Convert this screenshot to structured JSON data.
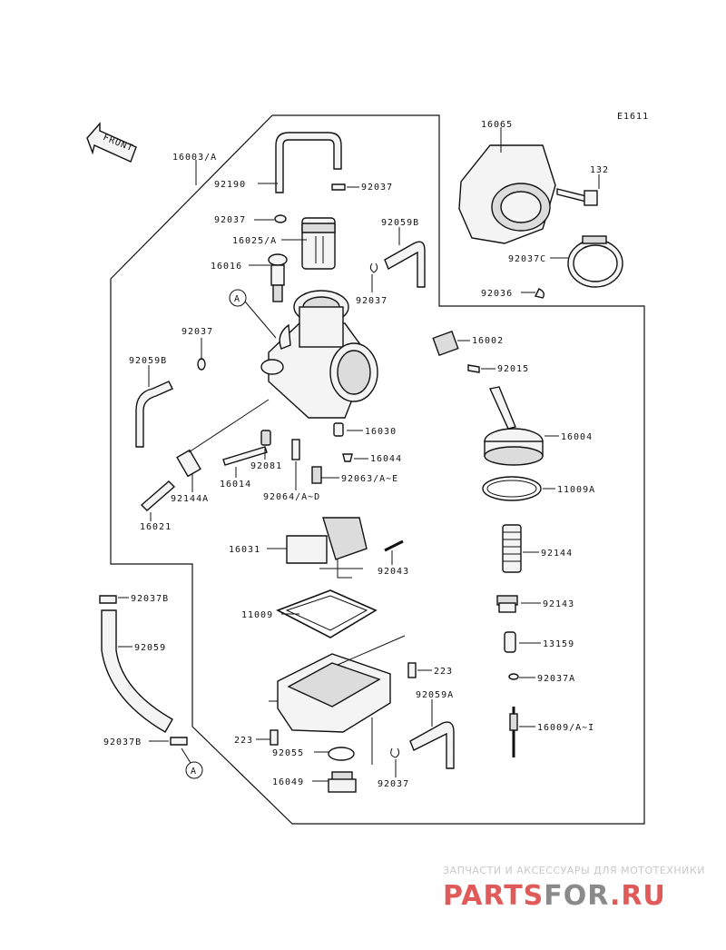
{
  "diagram": {
    "figure_code": "E1611",
    "front_label": "FRONT",
    "callout_A": "A",
    "parts": {
      "p16003": "16003/A",
      "p92190": "92190",
      "p92037_top": "92037",
      "p92037_mid": "92037",
      "p16025": "16025/A",
      "p92059B_top": "92059B",
      "p16016": "16016",
      "p92037_c": "92037",
      "p92037_left": "92037",
      "p92059B_left": "92059B",
      "p16065": "16065",
      "p132": "132",
      "p92037C": "92037C",
      "p92036": "92036",
      "p16002": "16002",
      "p92015": "92015",
      "p16030": "16030",
      "p16004": "16004",
      "p16044": "16044",
      "p92081": "92081",
      "p16014": "16014",
      "p92063": "92063/A~E",
      "p92064": "92064/A~D",
      "p11009A": "11009A",
      "p92144A": "92144A",
      "p16021": "16021",
      "p16031": "16031",
      "p92043": "92043",
      "p92144": "92144",
      "p92037B_top": "92037B",
      "p92143": "92143",
      "p11009": "11009",
      "p13159": "13159",
      "p92059": "92059",
      "p223_right": "223",
      "p92037A": "92037A",
      "p92059A": "92059A",
      "p16009": "16009/A~I",
      "p223_left": "223",
      "p92037B_bot": "92037B",
      "p92055": "92055",
      "p16049": "16049",
      "p92037_bot": "92037"
    }
  },
  "watermark": {
    "tagline": "ЗАПЧАСТИ И АКСЕССУАРЫ ДЛЯ МОТОТЕХНИКИ",
    "logo_part1": "PARTS",
    "logo_part2": "FOR",
    "logo_part3": ".RU",
    "colors": {
      "logo_red": "#e05a5a",
      "logo_dark": "#7a7a7a",
      "tagline": "#c8c8c8"
    }
  }
}
